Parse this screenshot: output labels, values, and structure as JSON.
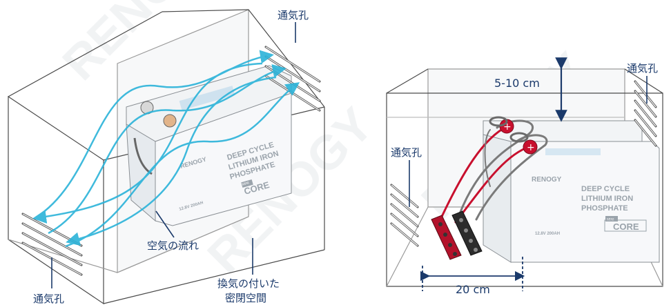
{
  "colors": {
    "box_line": "#4a4a4a",
    "air_flow": "#2bb3d9",
    "vent": "#555555",
    "label_text": "#1b3a6b",
    "leader_line": "#1b3a6b",
    "cable_red": "#c8102e",
    "cable_gray": "#7a7a7a",
    "battery_body": "#eef1f3",
    "watermark": "#dfe3e6"
  },
  "left": {
    "vent_top_label": "通気孔",
    "vent_bottom_label": "通気孔",
    "airflow_label": "空気の流れ",
    "space_label_line1": "換気の付いた",
    "space_label_line2": "密閉空間",
    "battery": {
      "brand": "RENOGY",
      "model_line1": "DEEP CYCLE",
      "model_line2": "LITHIUM IRON",
      "model_line3": "PHOSPHATE",
      "mini": "MINI",
      "core": "CORE",
      "spec": "12.8V 200AH"
    }
  },
  "right": {
    "vent_right_label": "通気孔",
    "vent_left_label": "通気孔",
    "clearance_top": "5-10 cm",
    "clearance_side": "20 cm",
    "battery": {
      "brand": "RENOGY",
      "model_line1": "DEEP CYCLE",
      "model_line2": "LITHIUM IRON",
      "model_line3": "PHOSPHATE",
      "mini": "MINI",
      "core": "CORE",
      "spec": "12.8V 200AH"
    }
  },
  "watermark": "RENOGY"
}
